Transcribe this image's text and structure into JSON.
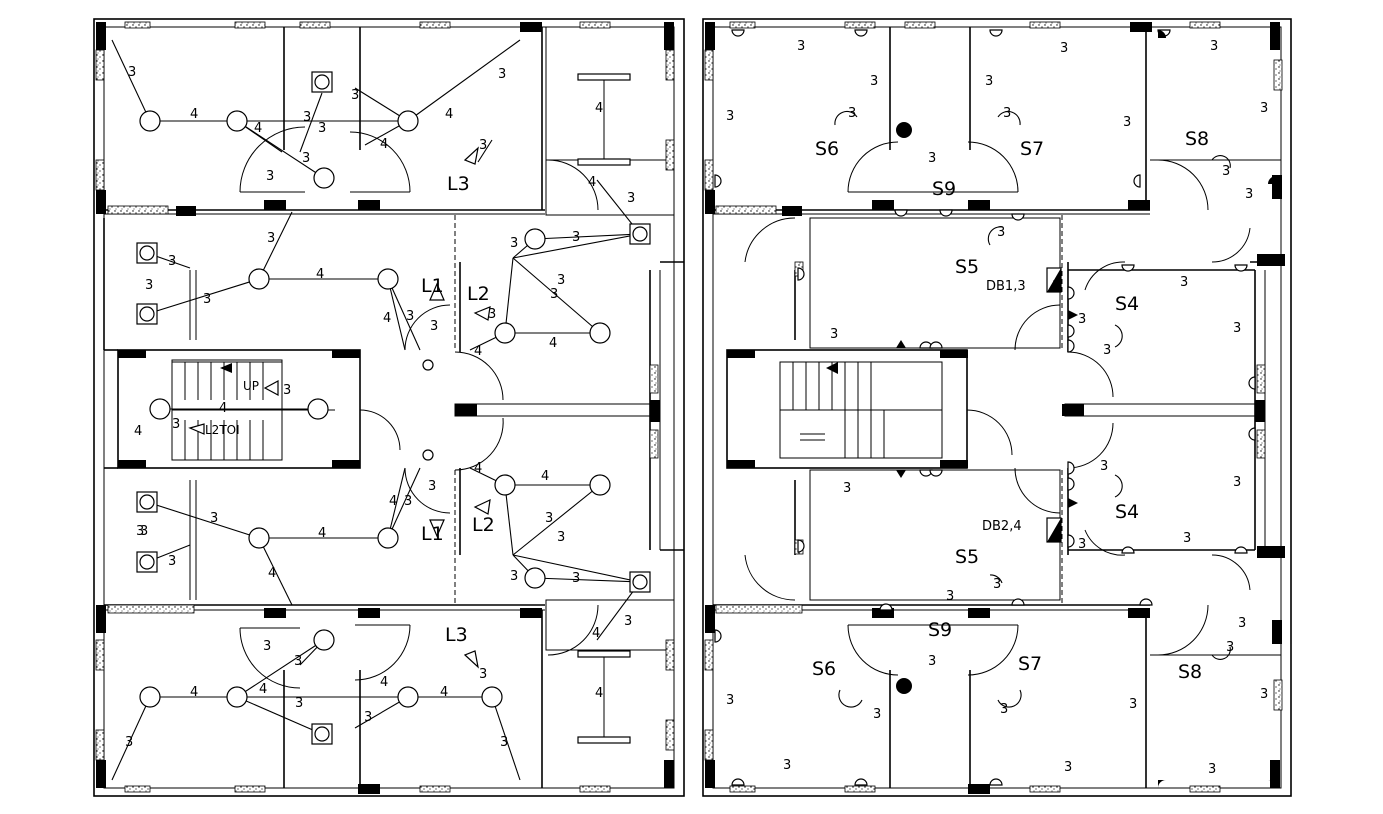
{
  "left_plan": {
    "room_labels": [
      "L3",
      "L1",
      "L2",
      "L1",
      "L2",
      "L3"
    ],
    "stair_labels": [
      "UP",
      "L2TOI"
    ],
    "wire_counts": {
      "top_left_a": "4",
      "top_left_b": "4",
      "top_left_c": "3",
      "top_mid": "4",
      "top_right_corridor": "4",
      "mid_a": "4",
      "mid_b": "3",
      "mid_c": "3",
      "mid_d": "4",
      "lower_a": "4",
      "lower_b": "3",
      "bottom_a": "4",
      "bottom_b": "4",
      "bottom_c": "3",
      "bottom_right": "4"
    }
  },
  "right_plan": {
    "switch_labels": [
      "S6",
      "S7",
      "S8",
      "S9",
      "S5",
      "S4",
      "S4",
      "S5",
      "S6",
      "S7",
      "S8",
      "S9"
    ],
    "db_labels": [
      "DB1,3",
      "DB2,4"
    ],
    "wire_count": "3"
  }
}
